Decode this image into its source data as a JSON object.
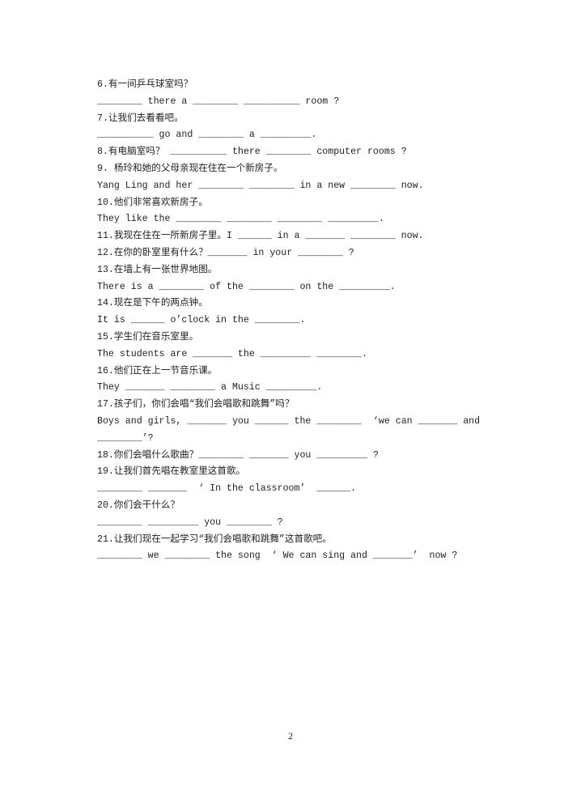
{
  "lines": [
    "6.有一间乒乓球室吗？",
    "________ there a ________ __________ room ?",
    "7.让我们去看看吧。",
    "__________ go and ________ a _________.",
    "8.有电脑室吗？ __________ there ________ computer rooms ?",
    "9. 杨玲和她的父母亲现在住在一个新房子。",
    "Yang Ling and her ________ ________ in a new ________ now.",
    "10.他们非常喜欢新房子。",
    "They like the ________ ________ ________ _________.",
    "11.我现在住在一所新房子里。I ______ in a _______ ________ now.",
    "12.在你的卧室里有什么？_______ in your ________ ?",
    "13.在墙上有一张世界地图。",
    "There is a ________ of the ________ on the _________.",
    "14.现在是下午的两点钟。",
    "It is ______ o’clock in the ________.",
    "15.学生们在音乐室里。",
    "The students are _______ the _________ ________.",
    "16.他们正在上一节音乐课。",
    "They _______ ________ a Music _________.",
    "17.孩子们，你们会唱“我们会唱歌和跳舞”吗？",
    "Boys and girls, _______ you ______ the ________  ‘we can _______ and",
    "________’?",
    "18.你们会唱什么歌曲？________ _______ you _________ ?",
    "19.让我们首先唱在教室里这首歌。",
    "________ _______  ‘ In the classroom’  ______.",
    "20.你们会干什么？",
    "________ _________ you ________ ?",
    "21.让我们现在一起学习“我们会唱歌和跳舞”这首歌吧。",
    "________ we ________ the song  ‘ We can sing and _______’  now ?"
  ],
  "page_number": "2"
}
